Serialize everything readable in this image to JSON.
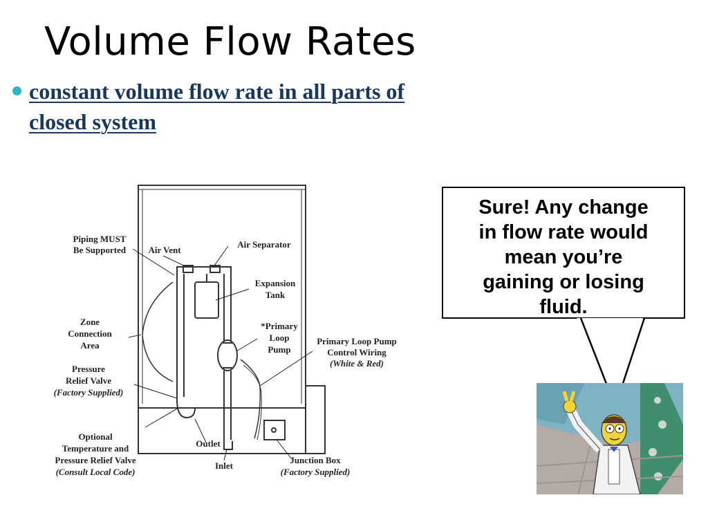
{
  "slide": {
    "title": "Volume Flow Rates",
    "bullet": {
      "lines": [
        "constant volume flow rate in all parts of",
        "closed system"
      ],
      "color": "#17375e",
      "dot_color": "#2fb3c9"
    }
  },
  "diagram": {
    "labels": {
      "piping": [
        "Piping MUST",
        "Be Supported"
      ],
      "air_vent": "Air Vent",
      "air_separator": "Air Separator",
      "expansion_tank": [
        "Expansion",
        "Tank"
      ],
      "zone": [
        "Zone",
        "Connection",
        "Area"
      ],
      "primary_pump": [
        "*Primary",
        "Loop",
        "Pump"
      ],
      "control_wiring": [
        "Primary Loop Pump",
        "Control Wiring",
        "(White & Red)"
      ],
      "relief_valve": [
        "Pressure",
        "Relief Valve",
        "(Factory Supplied)"
      ],
      "outlet": "Outlet",
      "inlet": "Inlet",
      "optional": [
        "Optional",
        "Temperature and",
        "Pressure Relief Valve",
        "(Consult Local Code)"
      ],
      "junction_box": [
        "Junction Box",
        "(Factory Supplied)"
      ]
    }
  },
  "callout": {
    "lines": [
      "Sure!  Any change",
      "in flow rate would",
      "mean you’re",
      "gaining or losing",
      "fluid."
    ]
  },
  "colors": {
    "photo_floor": "#b4aaa6",
    "photo_wall": "#7fb3c4",
    "photo_green": "#3f8f6e"
  }
}
